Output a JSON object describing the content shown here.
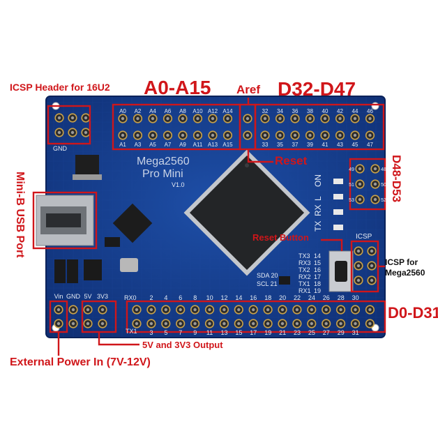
{
  "callouts": {
    "icsp_16u2": "ICSP Header for 16U2",
    "analog": "A0-A15",
    "aref": "Aref",
    "digital_high": "D32-D47",
    "reset": "Reset",
    "d48_d53": "D48-D53",
    "usb": "Mini-B USB Port",
    "reset_button": "Reset Button",
    "icsp_mega_line1": "ICSP for",
    "icsp_mega_line2": "Mega2560",
    "digital_low": "D0-D31",
    "power_out": "5V and 3V3 Output",
    "ext_power": "External Power In (7V-12V)"
  },
  "silkscreen": {
    "board_line1": "Mega2560",
    "board_line2": "Pro Mini",
    "version": "V1.0",
    "gnd_top": "GND",
    "a_top": [
      "A0",
      "A2",
      "A4",
      "A6",
      "A8",
      "A10",
      "A12",
      "A14"
    ],
    "a_bottom": [
      "A1",
      "A3",
      "A5",
      "A7",
      "A9",
      "A11",
      "A13",
      "A15"
    ],
    "d_top": [
      "32",
      "34",
      "36",
      "38",
      "40",
      "42",
      "44",
      "46"
    ],
    "d_bottom": [
      "33",
      "35",
      "37",
      "39",
      "41",
      "43",
      "45",
      "47"
    ],
    "d_side_left": [
      "49",
      "51",
      "53"
    ],
    "d_side_right": [
      "48",
      "50",
      "52"
    ],
    "led_on": "ON",
    "led_l": "L",
    "led_rx": "RX",
    "led_tx": "TX",
    "icsp": "ICSP",
    "sda": "SDA 20",
    "scl": "SCL 21",
    "serial_names": [
      "TX3",
      "RX3",
      "TX2",
      "RX2",
      "TX1",
      "RX1"
    ],
    "serial_nums": [
      "14",
      "15",
      "16",
      "17",
      "18",
      "19"
    ],
    "power_labels": [
      "Vin",
      "GND",
      "5V",
      "3V3"
    ],
    "rx0": "RX0",
    "tx1": "TX1",
    "row_top_nums": [
      "2",
      "4",
      "6",
      "8",
      "10",
      "12",
      "14",
      "16",
      "18",
      "20",
      "22",
      "24",
      "26",
      "28",
      "30"
    ],
    "row_bottom_nums": [
      "3",
      "5",
      "7",
      "9",
      "11",
      "13",
      "15",
      "17",
      "19",
      "21",
      "23",
      "25",
      "27",
      "29",
      "31"
    ]
  },
  "colors": {
    "pcb": "#143b8c",
    "pcb_dark": "#0c2a6a",
    "callout_red": "#d0161a",
    "silk": "#e6ecf5"
  }
}
